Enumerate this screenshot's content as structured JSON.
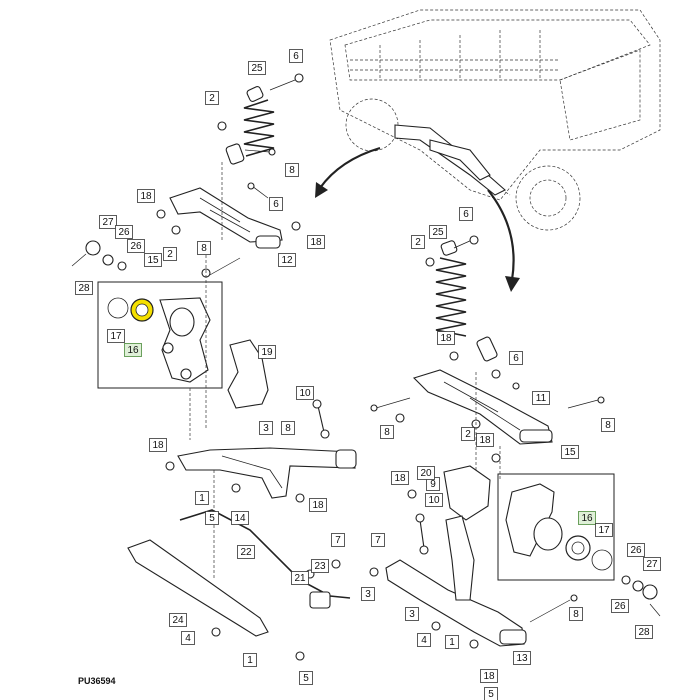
{
  "diagram_id": "PU36594",
  "callouts": [
    {
      "key": "c25a",
      "label": "25"
    },
    {
      "key": "c6a",
      "label": "6"
    },
    {
      "key": "c2a",
      "label": "2"
    },
    {
      "key": "c8a",
      "label": "8"
    },
    {
      "key": "c18a",
      "label": "18"
    },
    {
      "key": "c6b",
      "label": "6"
    },
    {
      "key": "c18b",
      "label": "18"
    },
    {
      "key": "c27a",
      "label": "27"
    },
    {
      "key": "c26a",
      "label": "26"
    },
    {
      "key": "c26b",
      "label": "26"
    },
    {
      "key": "c2b",
      "label": "2"
    },
    {
      "key": "c8b",
      "label": "8"
    },
    {
      "key": "c12",
      "label": "12"
    },
    {
      "key": "c15a",
      "label": "15"
    },
    {
      "key": "c28a",
      "label": "28"
    },
    {
      "key": "c17a",
      "label": "17"
    },
    {
      "key": "c16a",
      "label": "16",
      "highlight": true
    },
    {
      "key": "c19",
      "label": "19"
    },
    {
      "key": "c10a",
      "label": "10"
    },
    {
      "key": "c18c",
      "label": "18"
    },
    {
      "key": "c3a",
      "label": "3"
    },
    {
      "key": "c8c",
      "label": "8"
    },
    {
      "key": "c1a",
      "label": "1"
    },
    {
      "key": "c5a",
      "label": "5"
    },
    {
      "key": "c14",
      "label": "14"
    },
    {
      "key": "c18d",
      "label": "18"
    },
    {
      "key": "c7a",
      "label": "7"
    },
    {
      "key": "c22",
      "label": "22"
    },
    {
      "key": "c21",
      "label": "21"
    },
    {
      "key": "c23",
      "label": "23"
    },
    {
      "key": "c3b",
      "label": "3"
    },
    {
      "key": "c24",
      "label": "24"
    },
    {
      "key": "c4",
      "label": "4"
    },
    {
      "key": "c1b",
      "label": "1"
    },
    {
      "key": "c5b",
      "label": "5"
    },
    {
      "key": "c6c",
      "label": "6"
    },
    {
      "key": "c2c",
      "label": "2"
    },
    {
      "key": "c25b",
      "label": "25"
    },
    {
      "key": "c18e",
      "label": "18"
    },
    {
      "key": "c6d",
      "label": "6"
    },
    {
      "key": "c11",
      "label": "11"
    },
    {
      "key": "c8d",
      "label": "8"
    },
    {
      "key": "c2d",
      "label": "2"
    },
    {
      "key": "c18f",
      "label": "18"
    },
    {
      "key": "c8e",
      "label": "8"
    },
    {
      "key": "c15b",
      "label": "15"
    },
    {
      "key": "c9",
      "label": "9"
    },
    {
      "key": "c20",
      "label": "20"
    },
    {
      "key": "c18g",
      "label": "18"
    },
    {
      "key": "c10b",
      "label": "10"
    },
    {
      "key": "c16b",
      "label": "16",
      "highlight": true
    },
    {
      "key": "c17b",
      "label": "17"
    },
    {
      "key": "c7b",
      "label": "7"
    },
    {
      "key": "c26c",
      "label": "26"
    },
    {
      "key": "c27b",
      "label": "27"
    },
    {
      "key": "c26d",
      "label": "26"
    },
    {
      "key": "c28b",
      "label": "28"
    },
    {
      "key": "c3c",
      "label": "3"
    },
    {
      "key": "c4b",
      "label": "4"
    },
    {
      "key": "c8f",
      "label": "8"
    },
    {
      "key": "c1c",
      "label": "1"
    },
    {
      "key": "c13",
      "label": "13"
    },
    {
      "key": "c18h",
      "label": "18"
    },
    {
      "key": "c5c",
      "label": "5"
    }
  ],
  "colors": {
    "highlight_part": "#f5e000",
    "callout_highlight": "#dff0d8"
  }
}
